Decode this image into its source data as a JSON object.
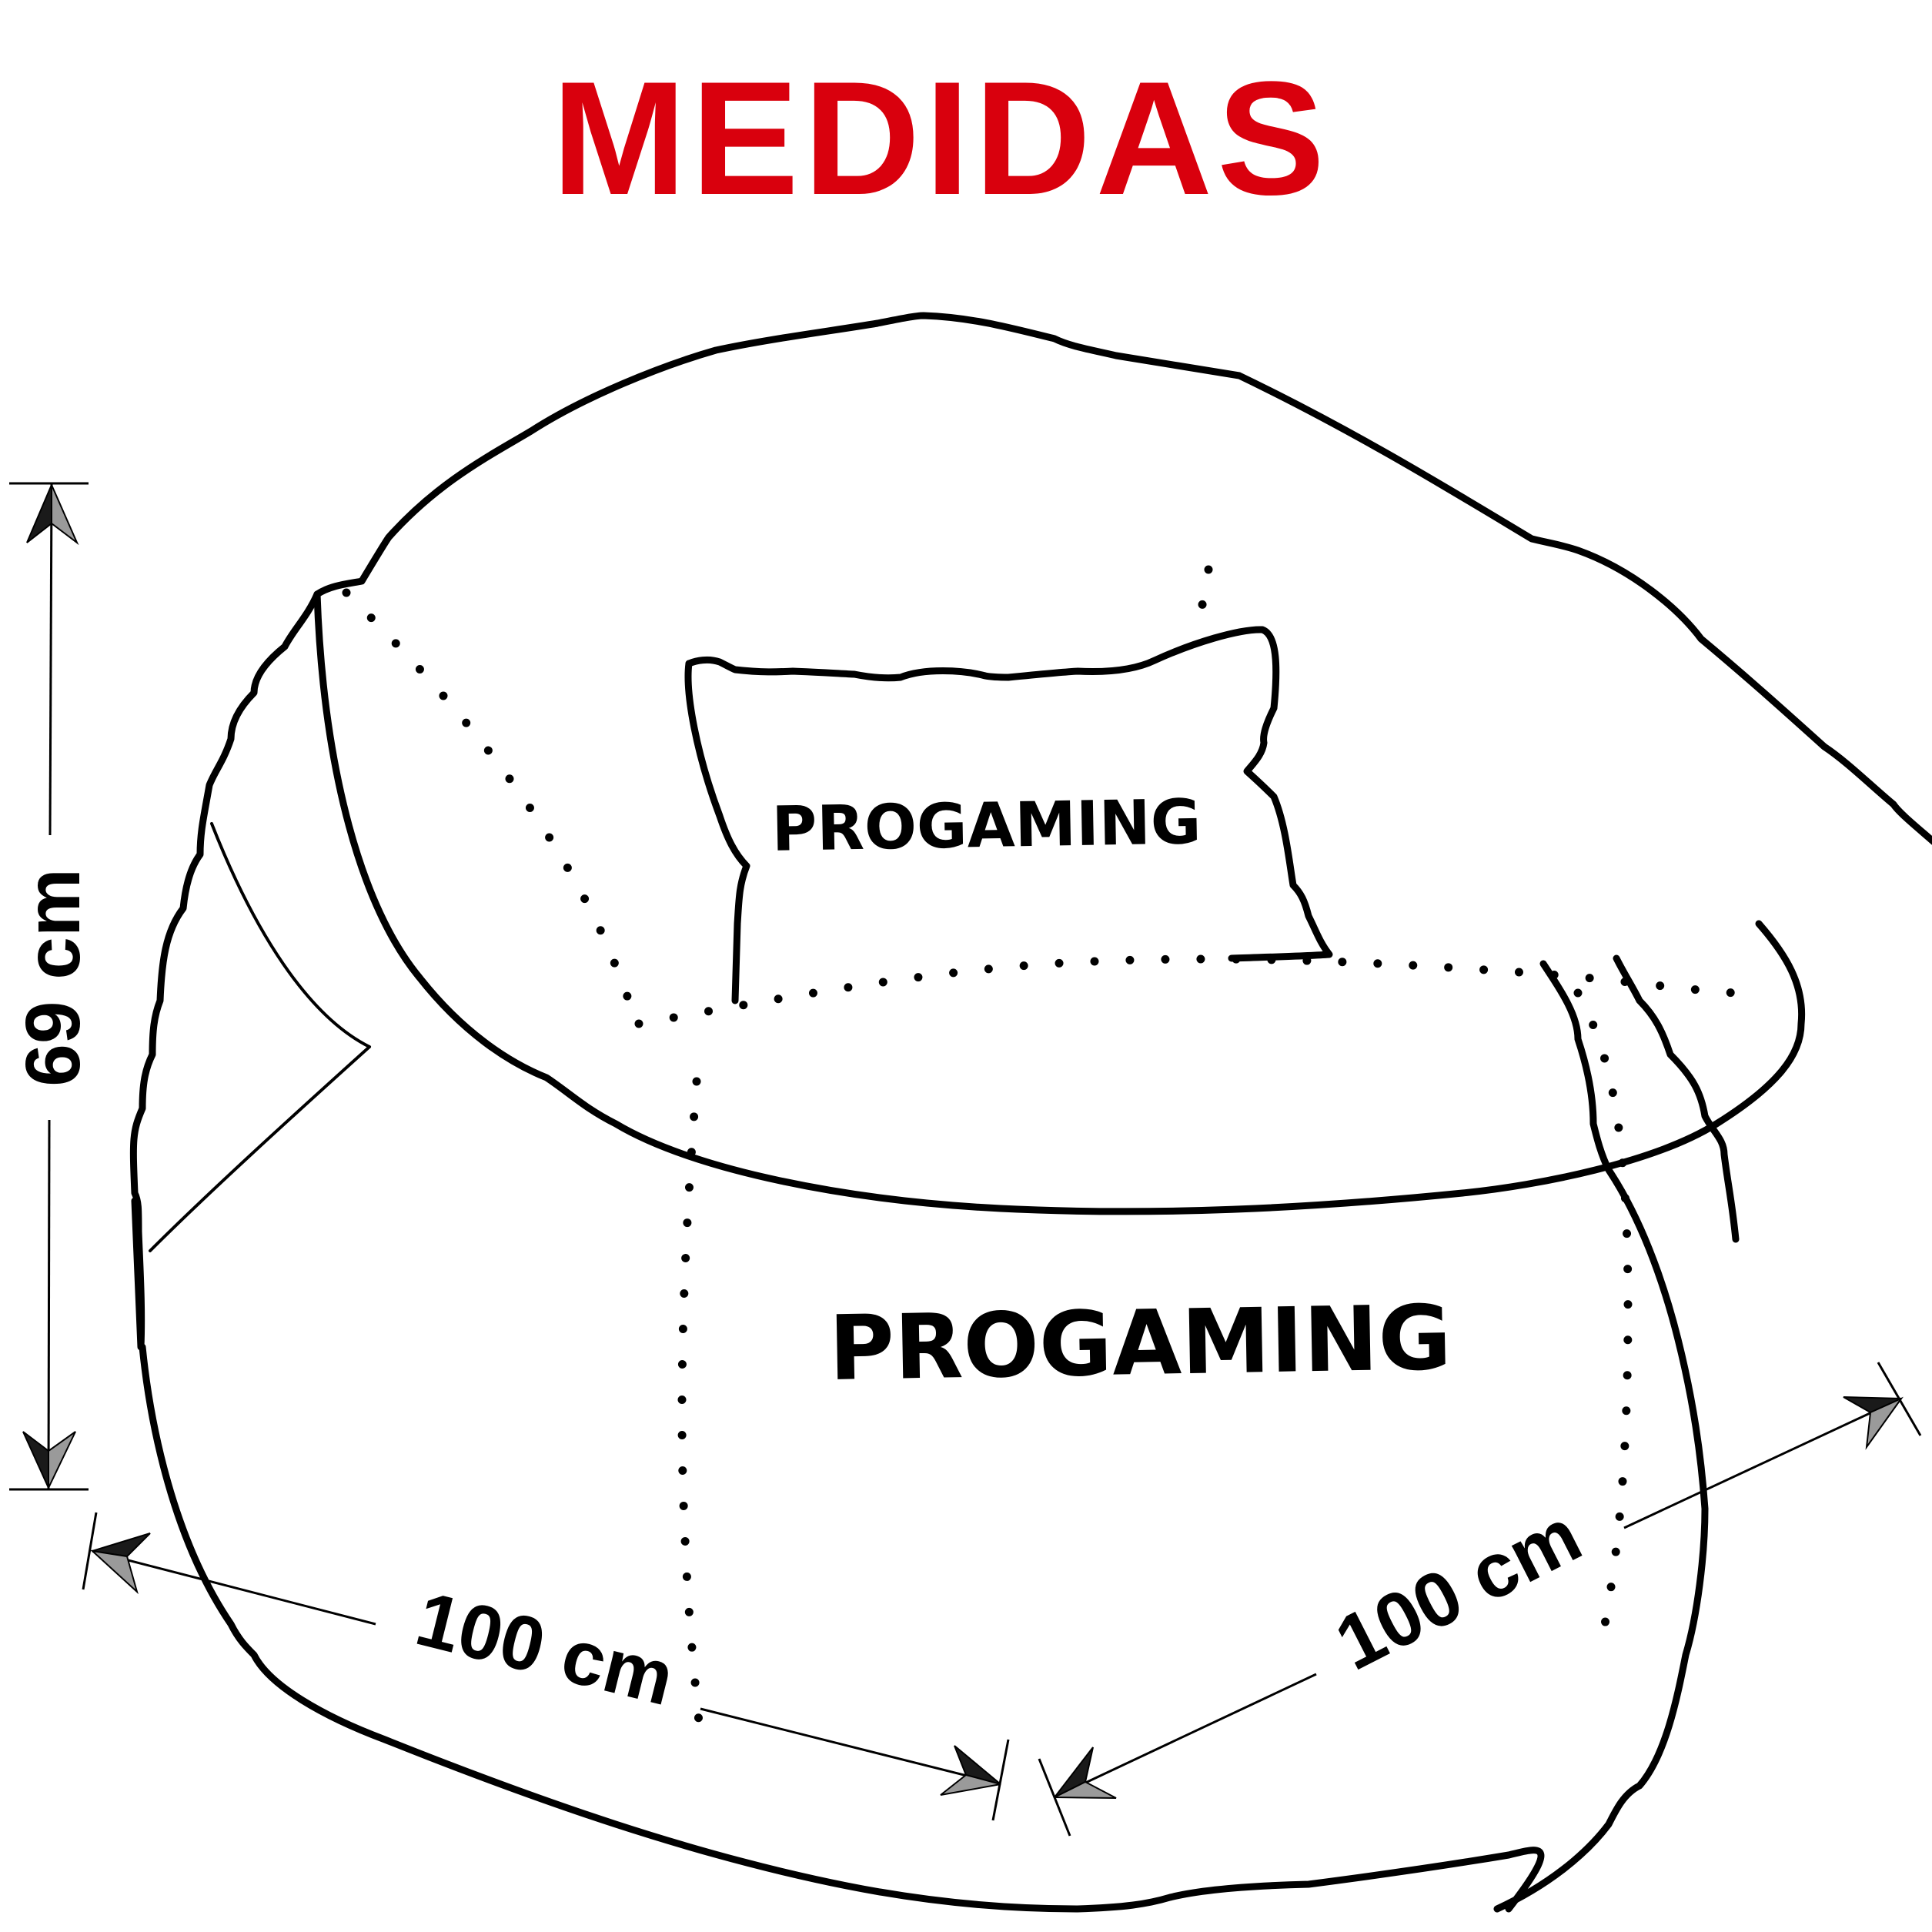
{
  "title": "MEDIDAS",
  "colors": {
    "title": "#d9000d",
    "line": "#000000",
    "background": "#ffffff"
  },
  "pillow_brand": "PROGAMING",
  "body_brand": "PROGAMING",
  "dimensions": {
    "height": "69 cm",
    "width": "100 cm",
    "depth": "100 cm"
  }
}
